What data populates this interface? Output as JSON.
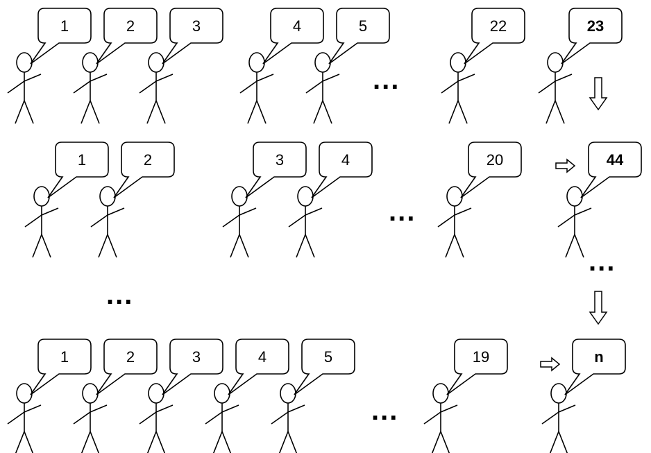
{
  "rows": [
    {
      "people": [
        {
          "label": "1",
          "bold": false
        },
        {
          "label": "2",
          "bold": false
        },
        {
          "label": "3",
          "bold": false
        },
        {
          "label": "4",
          "bold": false
        },
        {
          "label": "5",
          "bold": false
        },
        {
          "label": "22",
          "bold": false
        },
        {
          "label": "23",
          "bold": true
        }
      ]
    },
    {
      "people": [
        {
          "label": "1",
          "bold": false
        },
        {
          "label": "2",
          "bold": false
        },
        {
          "label": "3",
          "bold": false
        },
        {
          "label": "4",
          "bold": false
        },
        {
          "label": "20",
          "bold": false
        },
        {
          "label": "44",
          "bold": true
        }
      ]
    },
    {
      "people": [
        {
          "label": "1",
          "bold": false
        },
        {
          "label": "2",
          "bold": false
        },
        {
          "label": "3",
          "bold": false
        },
        {
          "label": "4",
          "bold": false
        },
        {
          "label": "5",
          "bold": false
        },
        {
          "label": "19",
          "bold": false
        },
        {
          "label": "n",
          "bold": true
        }
      ]
    }
  ],
  "ellipsis": "..."
}
